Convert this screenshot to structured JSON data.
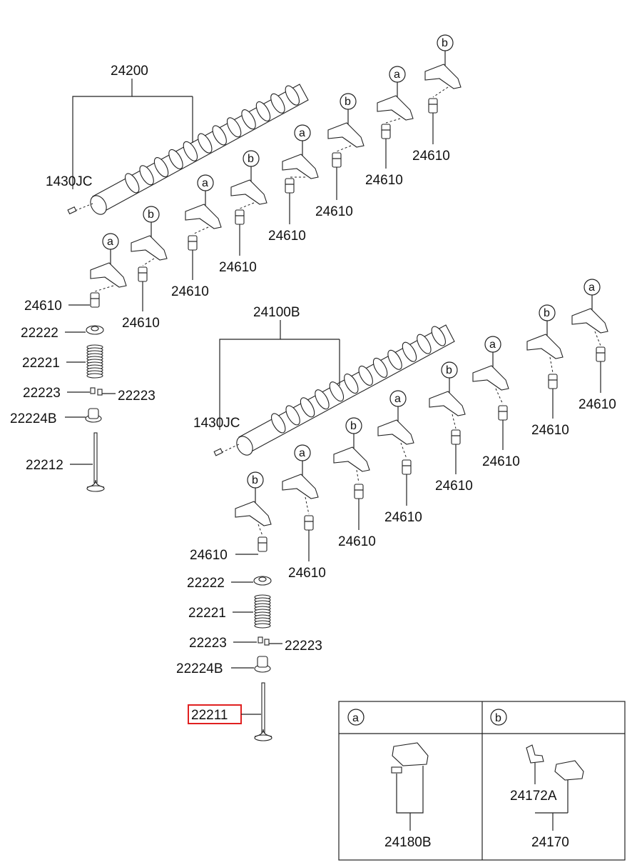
{
  "labels": {
    "camshaft_upper": "24200",
    "camshaft_lower": "24100B",
    "pin": "1430JC",
    "lifter": "24610",
    "retainer": "22222",
    "spring": "22221",
    "cotter": "22223",
    "seal": "22224B",
    "exhaust_valve": "22212",
    "intake_valve": "22211"
  },
  "callouts": {
    "a": "a",
    "b": "b"
  },
  "legend": {
    "col_a_head": "a",
    "col_b_head": "b",
    "col_a_part": "24180B",
    "col_b_part1": "24172A",
    "col_b_part2": "24170"
  },
  "highlight_color": "#e02020"
}
